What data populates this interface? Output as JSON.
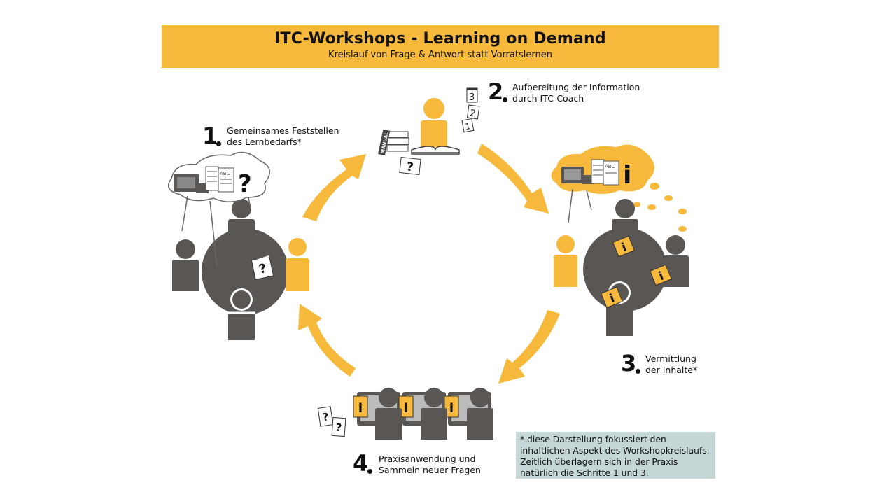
{
  "header": {
    "title": "ITC-Workshops - Learning on Demand",
    "subtitle": "Kreislauf von Frage & Antwort statt Vorratslernen"
  },
  "steps": [
    {
      "number": "1",
      "line1": "Gemeinsames Feststellen",
      "line2": "des Lernbedarfs*"
    },
    {
      "number": "2",
      "line1": "Aufbereitung der Information",
      "line2": "durch ITC-Coach"
    },
    {
      "number": "3",
      "line1": "Vermittlung",
      "line2": "der Inhalte*"
    },
    {
      "number": "4",
      "line1": "Praxisanwendung und",
      "line2": "Sammeln neuer Fragen"
    }
  ],
  "note": "* diese Darstellung fokussiert den inhaltlichen Aspekt des Workshopkreislaufs. Zeitlich überlagern sich in der Praxis natürlich die Schritte 1 und 3.",
  "icons": {
    "book_label": "MANUAL",
    "doc_label": "ABC",
    "question_mark": "?",
    "info_mark": "i",
    "page_numbers": [
      "3",
      "2",
      "1"
    ]
  },
  "colors": {
    "accent": "#f6b93b",
    "person_dark": "#5a5654",
    "note_bg": "#c5d6d6"
  }
}
